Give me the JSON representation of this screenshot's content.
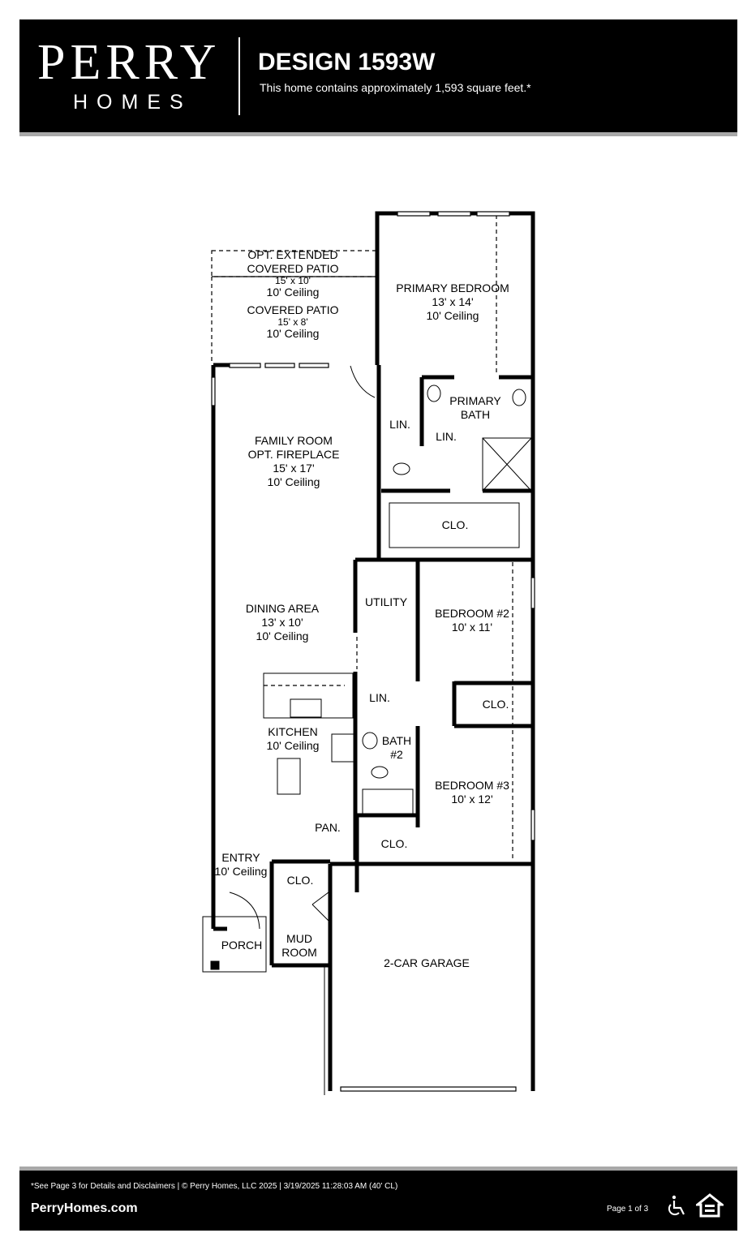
{
  "header": {
    "brand_top": "PERRY",
    "brand_bottom": "HOMES",
    "design_title": "DESIGN 1593W",
    "subtitle": "This home contains approximately 1,593 square feet.*"
  },
  "rooms": [
    {
      "name": "OPT. EXTENDED",
      "line2": "COVERED PATIO",
      "dims": "15' x 10'",
      "ceiling": "10' Ceiling"
    },
    {
      "name": "COVERED PATIO",
      "dims": "15' x 8'",
      "ceiling": "10' Ceiling"
    },
    {
      "name": "PRIMARY BEDROOM",
      "dims": "13' x 14'",
      "ceiling": "10' Ceiling"
    },
    {
      "name": "PRIMARY",
      "line2": "BATH"
    },
    {
      "name": "LIN."
    },
    {
      "name": "LIN."
    },
    {
      "name": "FAMILY ROOM",
      "line2": "OPT. FIREPLACE",
      "dims": "15' x 17'",
      "ceiling": "10' Ceiling"
    },
    {
      "name": "CLO."
    },
    {
      "name": "UTILITY"
    },
    {
      "name": "DINING AREA",
      "dims": "13' x 10'",
      "ceiling": "10' Ceiling"
    },
    {
      "name": "BEDROOM #2",
      "dims": "10' x 11'"
    },
    {
      "name": "CLO."
    },
    {
      "name": "LIN."
    },
    {
      "name": "KITCHEN",
      "ceiling": "10' Ceiling"
    },
    {
      "name": "BATH",
      "line2": "#2"
    },
    {
      "name": "BEDROOM #3",
      "dims": "10' x 12'"
    },
    {
      "name": "PAN."
    },
    {
      "name": "CLO."
    },
    {
      "name": "ENTRY",
      "ceiling": "10' Ceiling"
    },
    {
      "name": "CLO."
    },
    {
      "name": "PORCH"
    },
    {
      "name": "MUD",
      "line2": "ROOM"
    },
    {
      "name": "2-CAR GARAGE"
    }
  ],
  "footer": {
    "disclaimer": "*See Page 3 for Details and Disclaimers  |  © Perry Homes, LLC 2025  |  3/19/2025 11:28:03 AM  (40' CL)",
    "website": "PerryHomes.com",
    "page": "Page 1 of 3",
    "icons": [
      "accessibility-icon",
      "equal-housing-icon"
    ]
  }
}
